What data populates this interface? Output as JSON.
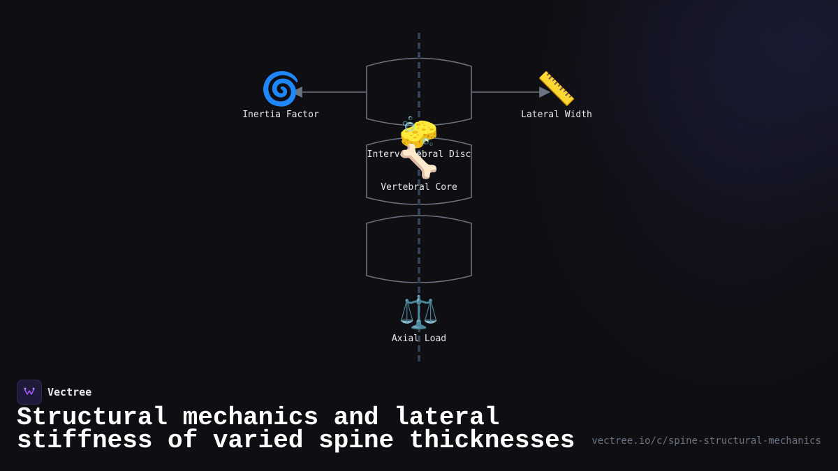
{
  "diagram": {
    "nodes": {
      "inertia_factor": {
        "icon": "cyclone-icon",
        "glyph": "🌀",
        "label": "Inertia Factor"
      },
      "lateral_width": {
        "icon": "ruler-icon",
        "glyph": "📏",
        "label": "Lateral Width"
      },
      "intervertebral_disc": {
        "icon": "sponge-icon",
        "glyph": "🧽",
        "label": "Intervertebral Disc"
      },
      "vertebral_core": {
        "icon": "bone-icon",
        "glyph": "🦴",
        "label": "Vertebral Core"
      },
      "axial_load": {
        "icon": "balance-scale-icon",
        "glyph": "⚖️",
        "label": "Axial Load"
      }
    },
    "colors": {
      "outline": "#6b7280",
      "axis": "#334155",
      "arrow": "#6b7280"
    }
  },
  "footer": {
    "brand_name": "Vectree",
    "title": "Structural mechanics and lateral stiffness of varied spine thicknesses",
    "url": "vectree.io/c/spine-structural-mechanics",
    "logo_color": "#a855f7"
  }
}
